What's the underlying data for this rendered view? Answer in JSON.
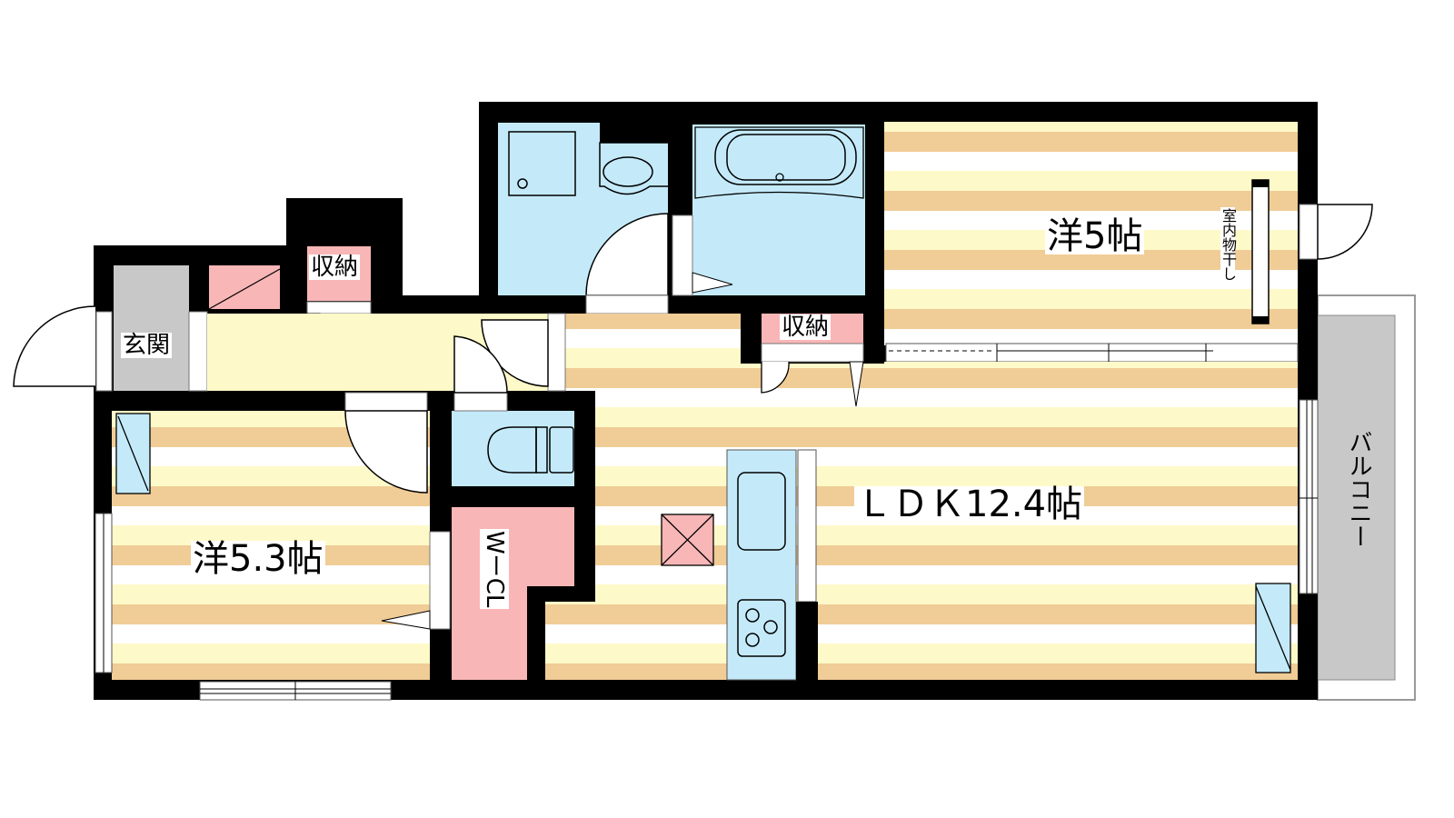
{
  "floorplan": {
    "rooms": {
      "entrance": "玄関",
      "storage_entry": "収納",
      "storage_ldk": "収納",
      "bedroom_north": "洋5帖",
      "bedroom_south": "洋5.3帖",
      "ldk": "ＬＤＫ12.4帖",
      "walk_in_closet": "WーCL",
      "balcony": "バルコニー",
      "indoor_drying": "室内物干し"
    },
    "colors": {
      "wall": "#000000",
      "wet_area": "#c4eafa",
      "storage": "#f9b6b6",
      "hallway": "#fef9c8",
      "floor_tan": "#f0cc96",
      "floor_yellow": "#fef9c8",
      "entrance": "#c8c8c8",
      "balcony": "#c8c8c8"
    }
  }
}
